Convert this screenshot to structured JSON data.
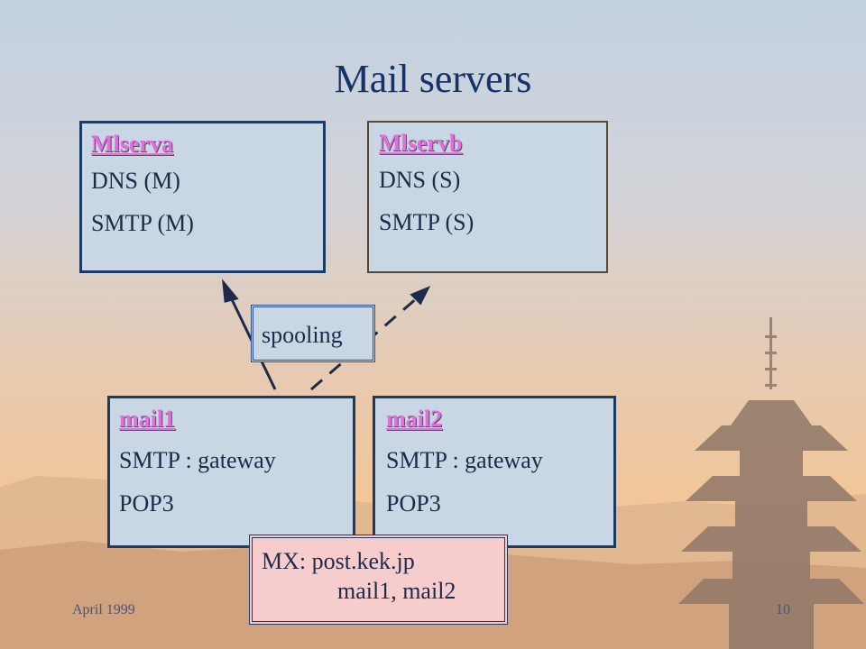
{
  "slide": {
    "title": "Mail servers",
    "footer_left": "April 1999",
    "footer_right": "10"
  },
  "servers": {
    "mlserva": {
      "name": "Mlserva",
      "lines": [
        "DNS (M)",
        "SMTP (M)"
      ]
    },
    "mlservb": {
      "name": "Mlservb",
      "lines": [
        "DNS (S)",
        "SMTP (S)"
      ]
    },
    "mail1": {
      "name": "mail1",
      "lines": [
        "SMTP : gateway",
        "POP3"
      ]
    },
    "mail2": {
      "name": "mail2",
      "lines": [
        "SMTP : gateway",
        "POP3"
      ]
    }
  },
  "labels": {
    "spooling": "spooling",
    "mx_line1": "MX: post.kek.jp",
    "mx_line2": "mail1, mail2"
  },
  "colors": {
    "title": "#16326b",
    "box_fill": "#c9d6e3",
    "box_border": "#1c3b64",
    "server_name": "#e26ce0",
    "mx_fill": "#f7cccc"
  }
}
